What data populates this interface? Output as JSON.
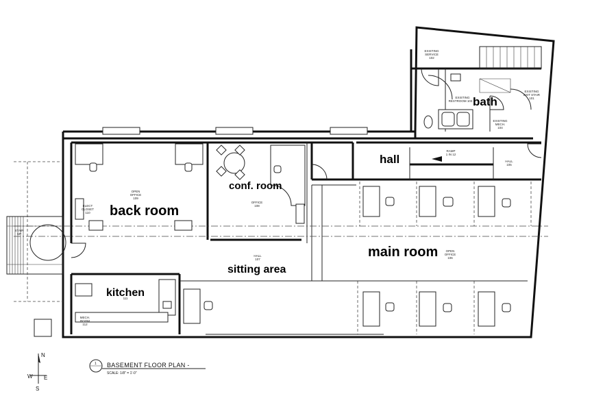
{
  "plan": {
    "title": "BASEMENT FLOOR PLAN -",
    "scale": "SCALE: 1/8\" = 1'-0\"",
    "sheet_number": "1"
  },
  "compass": {
    "n": "N",
    "s": "S",
    "e": "E",
    "w": "W"
  },
  "rooms": {
    "back_room": "back room",
    "conf_room": "conf. room",
    "hall": "hall",
    "bath": "bath",
    "main_room": "main room",
    "sitting_area": "sitting area",
    "kitchen": "kitchen"
  },
  "tags": {
    "open_office_109": [
      "OPEN",
      "OFFICE",
      "109"
    ],
    "elect_closet": [
      "ELECT",
      "CLOSET",
      "110"
    ],
    "office_108": [
      "OFFICE",
      "108"
    ],
    "hall_107": [
      "HALL",
      "107"
    ],
    "open_office_106": [
      "OPEN",
      "OFFICE",
      "106"
    ],
    "ramp": [
      "RAMP",
      "1 IN 12"
    ],
    "hall_105": [
      "HALL",
      "105"
    ],
    "existing_service": [
      "EXISTING",
      "SERVICE",
      "102"
    ],
    "existing_restroom": [
      "EXISTING",
      "RESTROOM 103"
    ],
    "existing_exit_stair": [
      "EXISTING",
      "EXIT STAIR",
      "101"
    ],
    "existing_mech": [
      "EXISTING",
      "MECH.",
      "104"
    ],
    "kitchen_111": [
      "111"
    ],
    "mech_room": [
      "MECH.",
      "ROOM",
      "112"
    ],
    "stair_up": [
      "STAIR",
      "UP"
    ]
  }
}
